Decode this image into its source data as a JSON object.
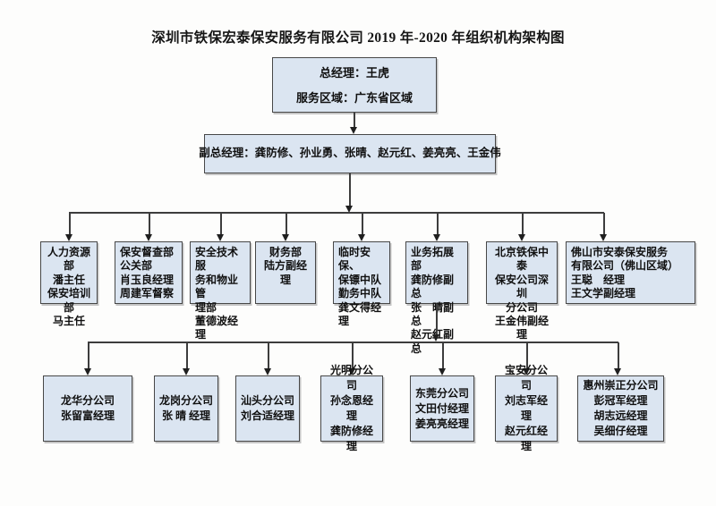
{
  "title": "深圳市铁保宏泰保安服务有限公司 2019 年-2020 年组织机构架构图",
  "colors": {
    "box_fill": "#dbe5f1",
    "box_border": "#474747",
    "connector_line": "#3d3d3d",
    "page_background": "#fdfdfc"
  },
  "general_manager": {
    "text": "总经理：王虎\n服务区域：广东省区域"
  },
  "deputy_general_manager": {
    "text": "副总经理：龚防修、孙业勇、张晴、赵元红、姜亮亮、王金伟"
  },
  "departments": [
    {
      "name": "人力资源部",
      "text": "人力资源部\n潘主任\n保安培训部\n马主任"
    },
    {
      "name": "保安督查部",
      "text": "保安督查部\n公关部\n肖玉良经理\n周建军督察"
    },
    {
      "name": "安全技术服务和物业管理部",
      "text": "安全技术服\n务和物业管\n理部\n董德波经理"
    },
    {
      "name": "财务部",
      "text": "财务部\n陆方副经理"
    },
    {
      "name": "临时安保保镖中队",
      "text": "临时安保、\n保镖中队\n勤务中队\n龚文得经理"
    },
    {
      "name": "业务拓展部",
      "text": "业务拓展部\n龚防修副总\n张　晴副总\n赵元红副总"
    },
    {
      "name": "北京铁保中泰保安公司深圳分公司",
      "text": "北京铁保中泰\n保安公司深圳\n分公司\n王金伟副经理"
    },
    {
      "name": "佛山市安泰保安服务有限公司",
      "text": "佛山市安泰保安服务\n有限公司（佛山区域）\n王聪　经理\n王文学副经理"
    }
  ],
  "branches": [
    {
      "name": "龙华分公司",
      "text": "龙华分公司\n张留富经理"
    },
    {
      "name": "龙岗分公司",
      "text": "龙岗分公司\n张 晴 经理"
    },
    {
      "name": "汕头分公司",
      "text": "汕头分公司\n刘合适经理"
    },
    {
      "name": "光明分公司",
      "text": "光明分公司\n孙念恩经理\n龚防修经理"
    },
    {
      "name": "东莞分公司",
      "text": "东莞分公司\n文田付经理\n姜亮亮经理"
    },
    {
      "name": "宝安分公司",
      "text": "宝安分公司\n刘志军经理\n赵元红经理"
    },
    {
      "name": "惠州崇正分公司",
      "text": "惠州崇正分公司\n彭冠军经理\n胡志远经理\n吴细仔经理"
    }
  ]
}
